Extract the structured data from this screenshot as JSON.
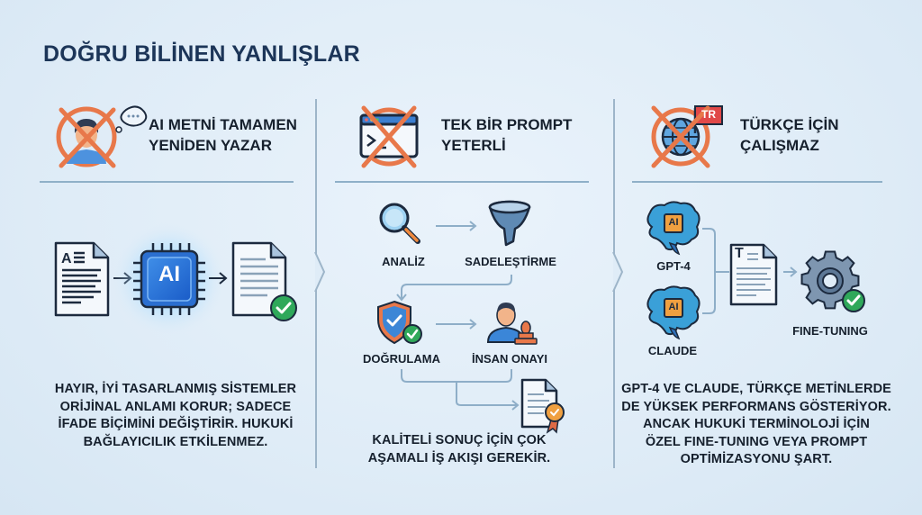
{
  "title": "DOĞRU BİLİNEN YANLIŞLAR",
  "colors": {
    "title": "#1c3558",
    "cross": "#e8784a",
    "accent_blue": "#2f7bd4",
    "check_green": "#2fa85a",
    "divider": "#9db5c9"
  },
  "columns": [
    {
      "myth": {
        "line1": "AI METNİ TAMAMEN",
        "line2": "YENİDEN YAZAR",
        "icon": "person-thinking-crossed-icon"
      },
      "diagram": {
        "input_icon": "text-document-icon",
        "chip_label": "AI",
        "output_icon": "document-check-icon"
      },
      "description": [
        "HAYIR, İYİ TASARLANMIŞ SİSTEMLER",
        "ORİJİNAL ANLAMI KORUR; SADECE",
        "İFADE BİÇİMİNİ DEĞİŞTİRİR. HUKUKİ",
        "BAĞLAYICILIK ETKİLENMEZ."
      ]
    },
    {
      "myth": {
        "line1": "TEK BİR PROMPT",
        "line2": "YETERLİ",
        "icon": "terminal-window-crossed-icon"
      },
      "steps": [
        {
          "label": "ANALİZ",
          "icon": "magnifier-icon"
        },
        {
          "label": "SADELEŞTİRME",
          "icon": "funnel-icon"
        },
        {
          "label": "DOĞRULAMA",
          "icon": "shield-check-icon"
        },
        {
          "label": "İNSAN ONAYI",
          "icon": "person-stamp-icon"
        }
      ],
      "result_icon": "certified-document-icon",
      "description": [
        "KALİTELİ SONUÇ İÇİN ÇOK",
        "AŞAMALI İŞ AKIŞI GEREKİR."
      ]
    },
    {
      "myth": {
        "line1": "TÜRKÇE İÇİN",
        "line2": "ÇALIŞMAZ",
        "icon": "globe-flag-crossed-icon",
        "flag_text": "TR"
      },
      "models": [
        {
          "label": "GPT-4",
          "chip": "AI",
          "icon": "brain-chip-icon"
        },
        {
          "label": "CLAUDE",
          "chip": "AI",
          "icon": "brain-chip-icon"
        }
      ],
      "doc_letter": "T",
      "target_label": "FINE-TUNING",
      "description": [
        "GPT-4 VE CLAUDE, TÜRKÇE METİNLERDE",
        "DE YÜKSEK PERFORMANS GÖSTERİYOR.",
        "ANCAK HUKUKİ TERMİNOLOJİ İÇİN",
        "ÖZEL FINE-TUNING VEYA PROMPT",
        "OPTİMİZASYONU ŞART."
      ]
    }
  ]
}
